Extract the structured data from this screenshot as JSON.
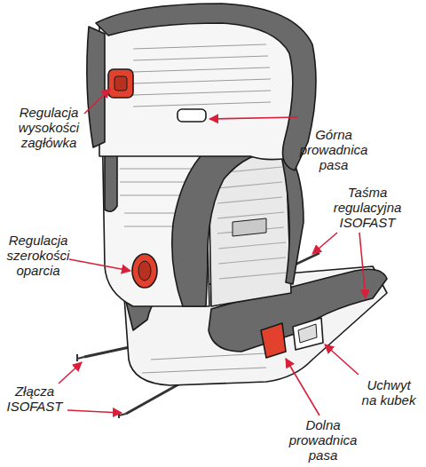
{
  "diagram": {
    "labels": [
      "Regulacja wysokości zagłówka",
      "Górna prowadnica pasa",
      "Taśma regulacyjna ISOFAST",
      "Regulacja szerokości oparcia",
      "Złącza ISOFAST",
      "Uchwyt na kubek",
      "Dolna prowadnica pasa"
    ]
  }
}
